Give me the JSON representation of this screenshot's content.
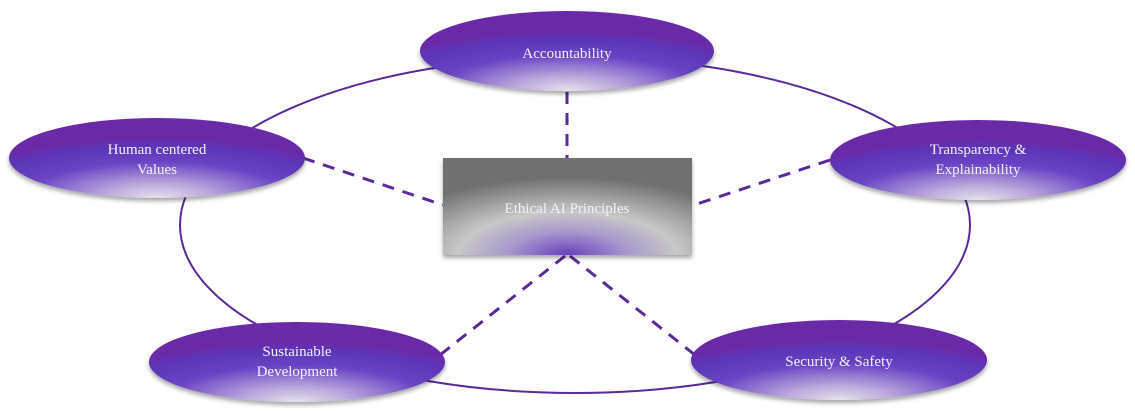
{
  "center": {
    "label": "Ethical AI Principles"
  },
  "nodes": [
    {
      "id": "accountability",
      "lines": [
        "Accountability"
      ]
    },
    {
      "id": "transparency",
      "lines": [
        "Transparency &",
        "Explainability"
      ]
    },
    {
      "id": "security",
      "lines": [
        "Security & Safety"
      ]
    },
    {
      "id": "sustainable",
      "lines": [
        "Sustainable",
        "Development"
      ]
    },
    {
      "id": "human",
      "lines": [
        "Human centered",
        "Values"
      ]
    }
  ],
  "colors": {
    "purple": "#5b36b8",
    "edge": "#6a2aa8",
    "gray": "#7a7a7a"
  }
}
